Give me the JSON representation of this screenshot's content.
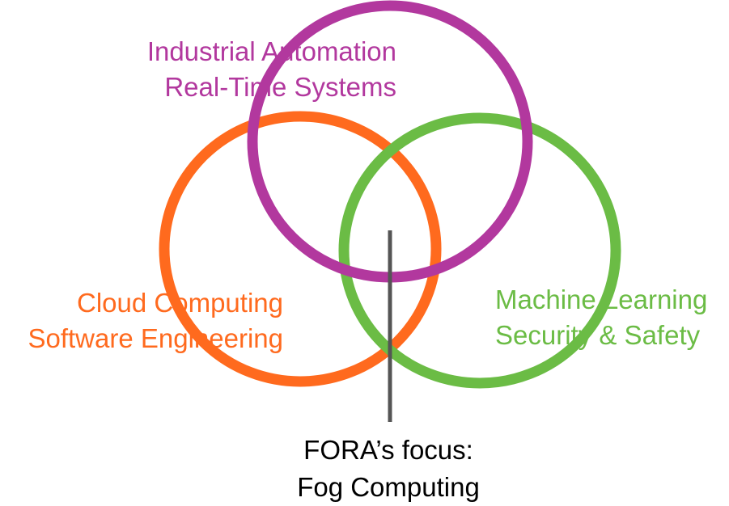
{
  "circles": {
    "industrial": {
      "color": "#B2389E",
      "lines": [
        "Industrial Automation",
        "Real-Time Systems"
      ]
    },
    "cloud": {
      "color": "#FF6A1E",
      "lines": [
        "Cloud Computing",
        "Software Engineering"
      ]
    },
    "ml": {
      "color": "#6BBC45",
      "lines": [
        "Machine Learning",
        "Security & Safety"
      ]
    }
  },
  "pointer": {
    "color": "#555555"
  },
  "focus": {
    "color": "#000000",
    "lines": [
      "FORA’s focus:",
      "Fog Computing"
    ]
  }
}
